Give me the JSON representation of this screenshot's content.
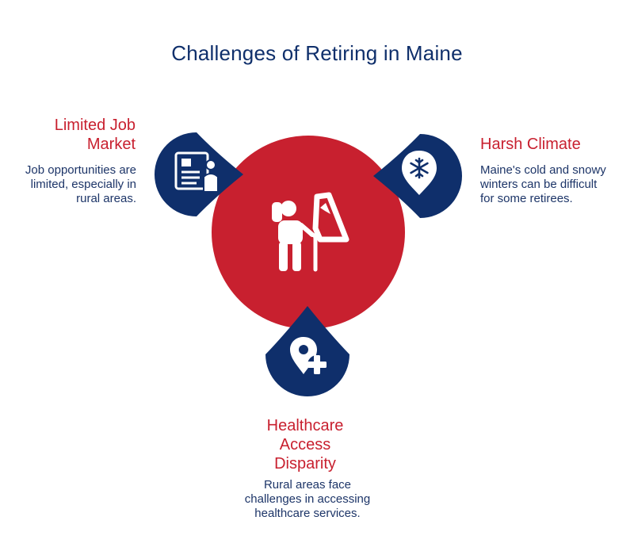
{
  "title": "Challenges of Retiring in Maine",
  "colors": {
    "navy": "#0f2f6b",
    "red": "#c8202f",
    "text": "#1d3568"
  },
  "center_icon": "hiker-with-mountain-icon",
  "challenges": [
    {
      "heading": "Limited Job Market",
      "description": "Job opportunities are limited, especially in rural areas.",
      "icon": "job-board-icon"
    },
    {
      "heading": "Harsh Climate",
      "description": "Maine's cold and snowy winters can be difficult for some retirees.",
      "icon": "snowflake-pin-icon"
    },
    {
      "heading": "Healthcare Access Disparity",
      "description": "Rural areas face challenges in accessing healthcare services.",
      "icon": "location-medical-icon"
    }
  ]
}
